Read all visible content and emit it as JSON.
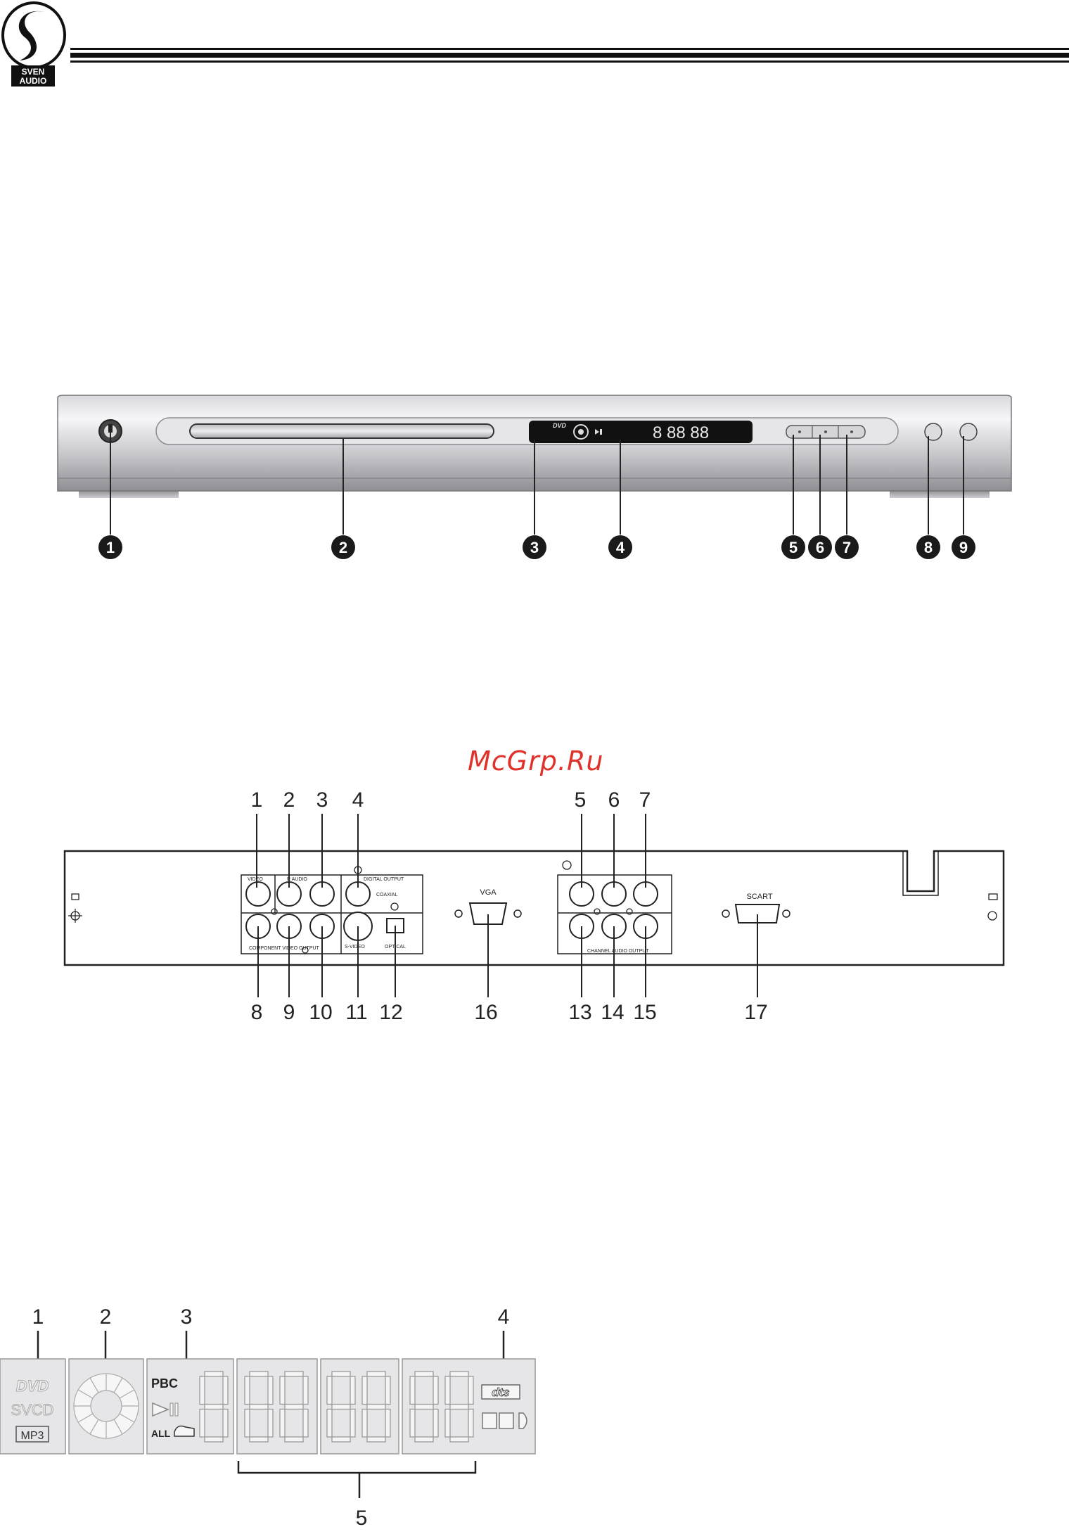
{
  "header": {
    "logo_text_line1": "SVEN",
    "logo_text_line2": "AUDIO"
  },
  "watermark": "McGrp.Ru",
  "front_panel": {
    "callouts": [
      "1",
      "2",
      "3",
      "4",
      "5",
      "6",
      "7",
      "8",
      "9"
    ],
    "display_logo": "DVD",
    "display_digits": "8 88 88"
  },
  "rear_panel": {
    "callouts_top": [
      "1",
      "2",
      "3",
      "4",
      "5",
      "6",
      "7"
    ],
    "callouts_bottom": [
      "8",
      "9",
      "10",
      "11",
      "12",
      "16",
      "13",
      "14",
      "15",
      "17"
    ],
    "labels": {
      "video": "VIDEO",
      "audio": "R  AUDIO",
      "digital_output": "DIGITAL OUTPUT",
      "coaxial": "COAXIAL",
      "component": "COMPONENT VIDEO OUTPUT",
      "svideo": "S-VIDEO",
      "optical": "OPTICAL",
      "vga": "VGA",
      "channel_audio": "CHANNEL AUDIO OUTPUT",
      "scart": "SCART"
    }
  },
  "display_panel": {
    "callouts_top": [
      "1",
      "2",
      "3",
      "4"
    ],
    "callout_bottom": "5",
    "dvd": "DVD",
    "svcd": "SVCD",
    "mp3": "MP3",
    "pbc": "PBC",
    "all": "ALL",
    "dts": "dts"
  },
  "colors": {
    "panel_light": "#f2f2f4",
    "panel_dark": "#8c8c92",
    "display_black": "#111111",
    "watermark": "#e0312b",
    "callout_fill": "#1a1a1a"
  }
}
